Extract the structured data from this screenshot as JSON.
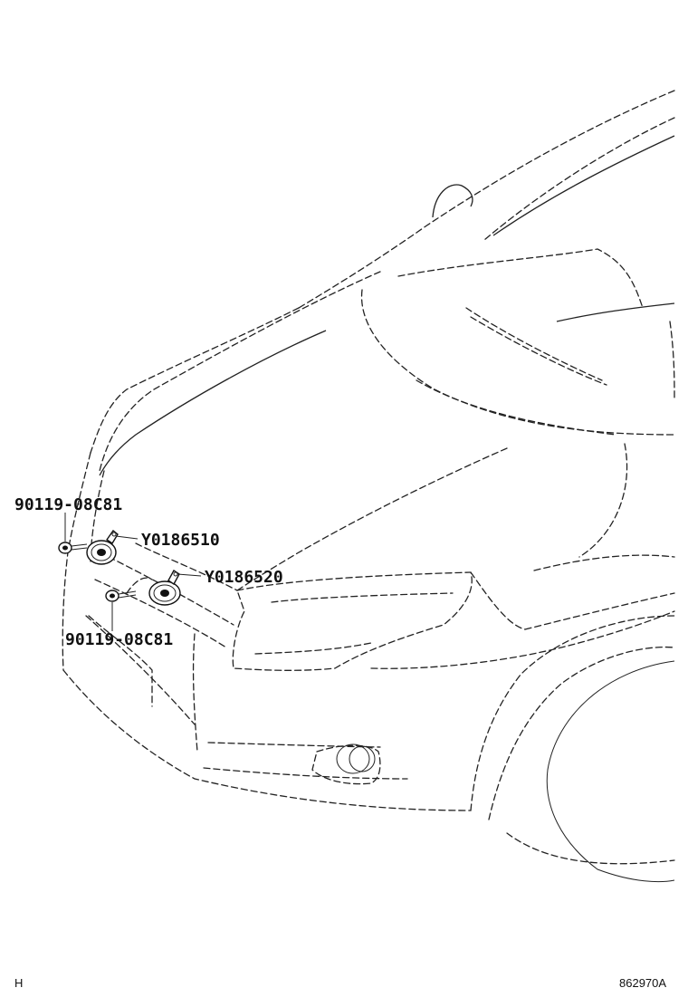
{
  "callouts": {
    "bolt_upper": "90119-08C81",
    "horn_high": "Y0186510",
    "horn_low": "Y0186520",
    "bolt_lower": "90119-08C81"
  },
  "footer": {
    "left_mark": "H",
    "drawing_code": "862970A"
  }
}
